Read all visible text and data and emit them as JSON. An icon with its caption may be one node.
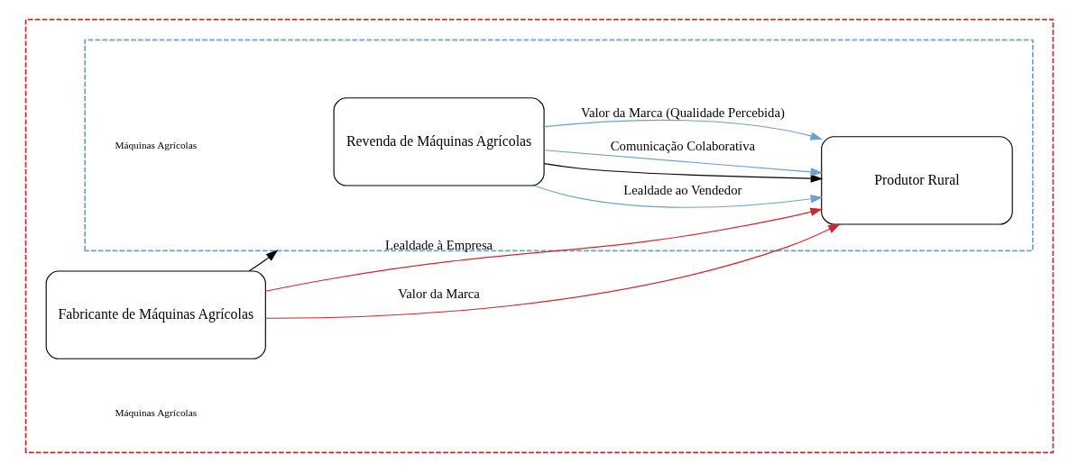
{
  "diagram": {
    "nodes": [
      {
        "text": [],
        "shape": "box"
      },
      {
        "text": [
          "Fabricante de Máquinas Agrícolas"
        ],
        "in": 0
      },
      {
        "text": [],
        "shape": "box",
        "in": 0
      },
      {
        "text": [
          "Revenda de Máquinas Agrícolas"
        ],
        "in": 2
      },
      {
        "text": [
          "Produtor Rural"
        ],
        "in": 2
      }
    ],
    "edges": [
      {
        "from": 1,
        "to": 4,
        "arrow": "to",
        "label": "Valor da Marca",
        "color": "#d0262b"
      },
      {
        "from": 3,
        "to": 4,
        "arrow": "to",
        "label": "Lealdade ao Vendedor",
        "color": "#6fa0cf"
      },
      {
        "from": 1,
        "to": 2,
        "arrow": "to",
        "color": "#000000"
      },
      {
        "from": 3,
        "to": 4,
        "arrow": "to",
        "color": "#000000"
      },
      {
        "from": 3,
        "to": 4,
        "arrow": "to",
        "label": "Comunicação Colaborativa",
        "color": "#6fa0cf"
      },
      {
        "from": 3,
        "to": 4,
        "arrow": "to",
        "label": "Valor da Marca (Qualidade Percebida)",
        "color": "#6fa0cf"
      },
      {
        "from": 1,
        "to": 4,
        "arrow": "to",
        "label": "Lealdade à Empresa",
        "color": "#d0262b"
      }
    ],
    "labels": [
      "Máquinas Agrícolas",
      "Máquinas Agrícolas"
    ]
  }
}
